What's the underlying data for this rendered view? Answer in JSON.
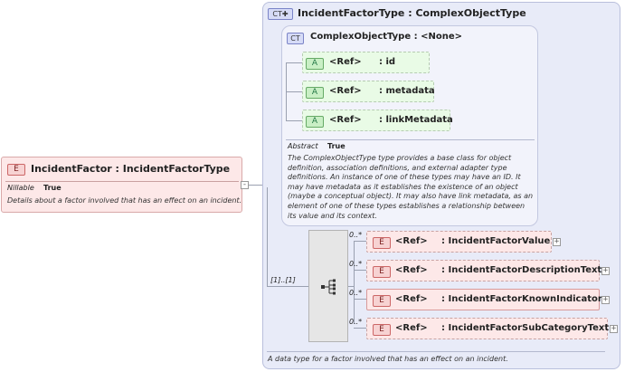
{
  "element": {
    "badge": "E",
    "title": "IncidentFactor : IncidentFactorType",
    "nillable_label": "Nillable",
    "nillable_value": "True",
    "description": "Details about a factor involved that has an effect on an incident."
  },
  "outer_type": {
    "badge": "CT",
    "title": "IncidentFactorType : ComplexObjectType",
    "footer": "A data type for a factor involved that has an effect on an incident."
  },
  "base_type": {
    "badge": "CT",
    "title": "ComplexObjectType : <None>",
    "attributes": [
      {
        "badge": "A",
        "ref": "<Ref>",
        "name": ": id"
      },
      {
        "badge": "A",
        "ref": "<Ref>",
        "name": ": metadata"
      },
      {
        "badge": "A",
        "ref": "<Ref>",
        "name": ": linkMetadata"
      }
    ],
    "abstract_label": "Abstract",
    "abstract_value": "True",
    "description": "The ComplexObjectType type provides a base class for object definition, association definitions, and external adapter type definitions. An instance of one of these types may have an ID. It may have metadata as it establishes the existence of an object (maybe a conceptual object). It may also have link metadata, as an element of one of these types establishes a relationship between its value and its context."
  },
  "sequence": {
    "multiplicity": "[1]..[1]",
    "children": [
      {
        "badge": "E",
        "ref": "<Ref>",
        "name": ": IncidentFactorValue",
        "mult": "0..*"
      },
      {
        "badge": "E",
        "ref": "<Ref>",
        "name": ": IncidentFactorDescriptionText",
        "mult": "0..*"
      },
      {
        "badge": "E",
        "ref": "<Ref>",
        "name": ": IncidentFactorKnownIndicator",
        "mult": "0..*"
      },
      {
        "badge": "E",
        "ref": "<Ref>",
        "name": ": IncidentFactorSubCategoryText",
        "mult": "0..*"
      }
    ]
  },
  "icons": {
    "expand": "+",
    "collapse": "-",
    "sequence": "sequence-icon"
  },
  "colors": {
    "element_fill": "#fde8e8",
    "attribute_fill": "#e9fbe6",
    "complex_type_fill": "#e6e9f7"
  }
}
